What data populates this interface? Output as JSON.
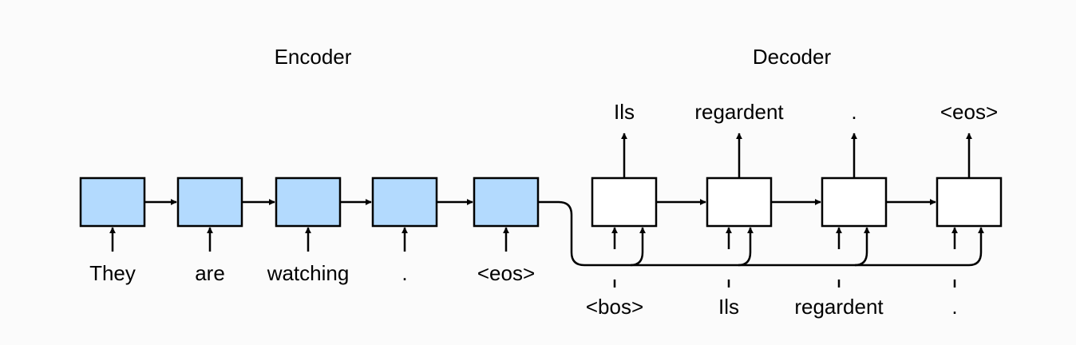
{
  "encoder": {
    "title": "Encoder",
    "inputs": [
      "They",
      "are",
      "watching",
      ".",
      "<eos>"
    ],
    "cell_fill": "#b3dafe"
  },
  "decoder": {
    "title": "Decoder",
    "inputs": [
      "<bos>",
      "Ils",
      "regardent",
      "."
    ],
    "outputs": [
      "Ils",
      "regardent",
      ".",
      "<eos>"
    ],
    "cell_fill": "#ffffff"
  },
  "colors": {
    "stroke": "#000000",
    "background": "#fbfbfb"
  }
}
